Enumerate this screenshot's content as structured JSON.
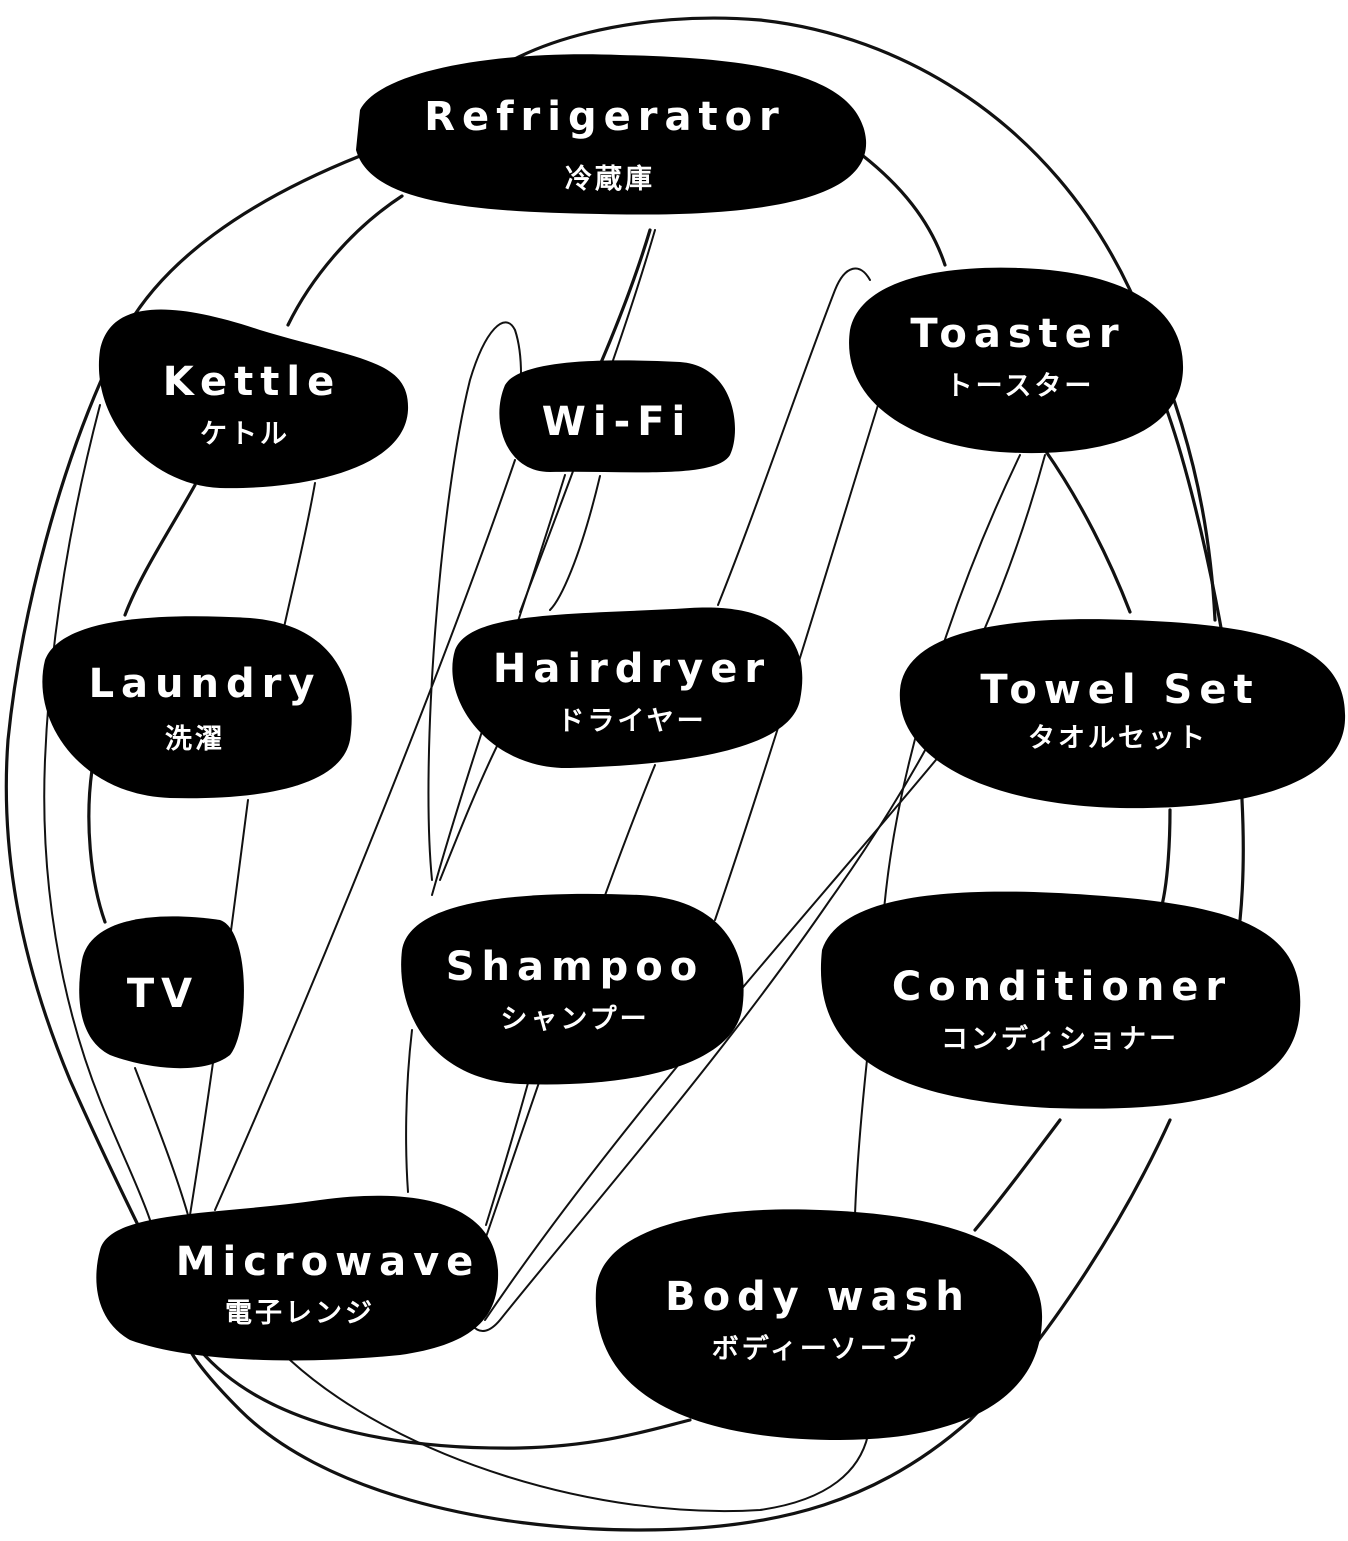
{
  "nodes": [
    {
      "id": "refrigerator",
      "label": "Refrigerator",
      "sublabel": "冷蔵庫"
    },
    {
      "id": "kettle",
      "label": "Kettle",
      "sublabel": "ケトル"
    },
    {
      "id": "wifi",
      "label": "Wi-Fi",
      "sublabel": ""
    },
    {
      "id": "toaster",
      "label": "Toaster",
      "sublabel": "トースター"
    },
    {
      "id": "laundry",
      "label": "Laundry",
      "sublabel": "洗濯"
    },
    {
      "id": "hairdryer",
      "label": "Hairdryer",
      "sublabel": "ドライヤー"
    },
    {
      "id": "towel-set",
      "label": "Towel Set",
      "sublabel": "タオルセット"
    },
    {
      "id": "tv",
      "label": "TV",
      "sublabel": ""
    },
    {
      "id": "shampoo",
      "label": "Shampoo",
      "sublabel": "シャンプー"
    },
    {
      "id": "conditioner",
      "label": "Conditioner",
      "sublabel": "コンディショナー"
    },
    {
      "id": "microwave",
      "label": "Microwave",
      "sublabel": "電子レンジ"
    },
    {
      "id": "body-wash",
      "label": "Body wash",
      "sublabel": "ボディーソープ"
    }
  ]
}
